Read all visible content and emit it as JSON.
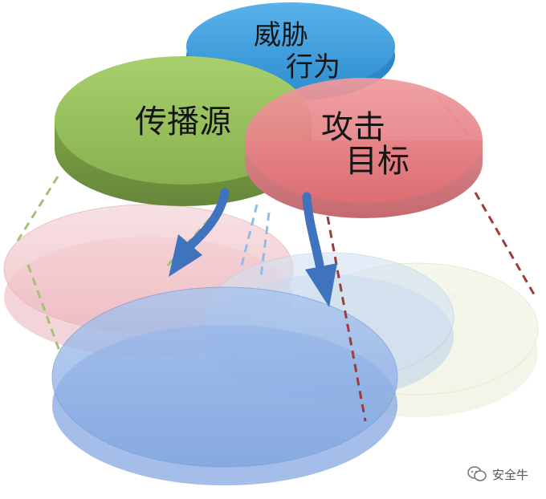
{
  "labels": {
    "threat_behavior": [
      "威胁",
      "行为"
    ],
    "propagation_source": "传播源",
    "attack_target": [
      "攻击",
      "目标"
    ]
  },
  "watermark": {
    "text": "安全牛",
    "icon": "wechat-bubble-icon"
  },
  "colors": {
    "green_disc": "#92bf5a",
    "blue_disc": "#43a1dc",
    "red_disc": "#e57f83",
    "ghost_pink": "#f1c3c8",
    "ghost_blue": "#8fb3e8",
    "ghost_light_blue": "#c9dcef",
    "ghost_cream": "#f0f2e3",
    "arrow": "#3f73bd",
    "dash_green": "#9ab565",
    "dash_blue": "#6da7dc",
    "dash_red": "#9a3a3a"
  }
}
